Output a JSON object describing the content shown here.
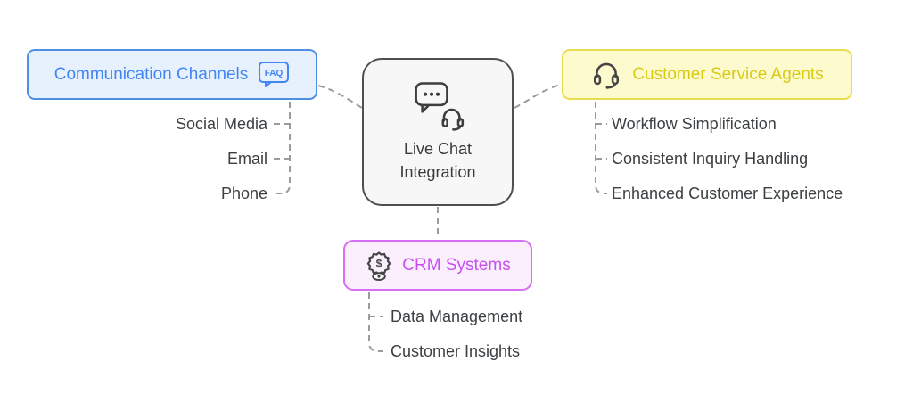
{
  "center": {
    "label_line1": "Live Chat",
    "label_line2": "Integration",
    "icon": "chat-headset-icon",
    "colors": {
      "border": "#4f4f4f",
      "fill": "#f7f7f7",
      "text": "#3a3a3a"
    }
  },
  "nodes": {
    "communication_channels": {
      "label": "Communication Channels",
      "icon": "faq-icon",
      "icon_text": "FAQ",
      "colors": {
        "border": "#4d90e2",
        "fill": "#e7f0fd",
        "text": "#4285f4"
      },
      "items": [
        "Social Media",
        "Email",
        "Phone"
      ]
    },
    "customer_service_agents": {
      "label": "Customer Service Agents",
      "icon": "headset-icon",
      "colors": {
        "border": "#e7dd4e",
        "fill": "#fdfacd",
        "text": "#d9ca16"
      },
      "items": [
        "Workflow Simplification",
        "Consistent Inquiry Handling",
        "Enhanced Customer Experience"
      ]
    },
    "crm_systems": {
      "label": "CRM Systems",
      "icon": "sales-badge-eye-icon",
      "icon_text": "$",
      "colors": {
        "border": "#d76ef3",
        "fill": "#fbeffe",
        "text": "#c74ff0"
      },
      "items": [
        "Data Management",
        "Customer Insights"
      ]
    }
  },
  "connector_color": "#9b9b9b",
  "leaf_text_color": "#3c4043",
  "background": "#ffffff"
}
